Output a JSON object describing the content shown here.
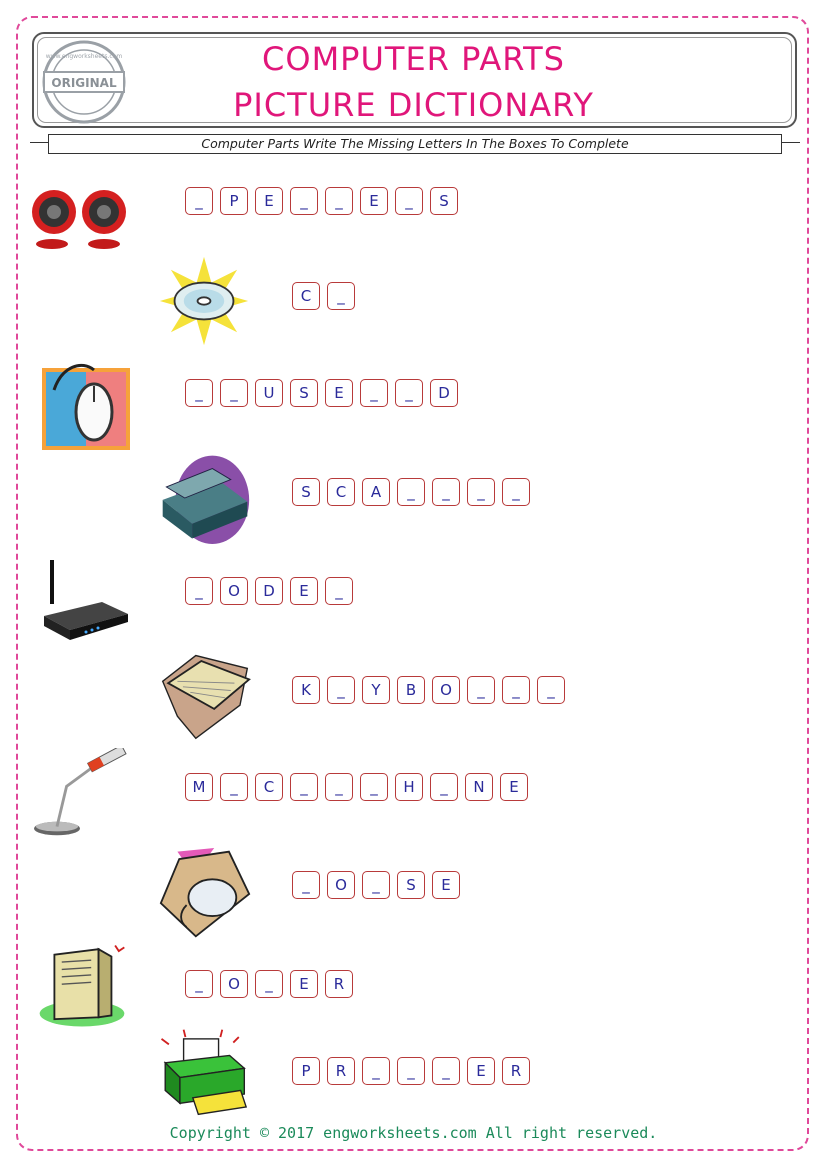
{
  "header": {
    "title_line1": "COMPUTER PARTS",
    "title_line2": "PICTURE DICTIONARY",
    "stamp_text": "ORIGINAL",
    "stamp_ring_text": "www.engworksheets.com"
  },
  "instruction": "Computer Parts Write The Missing Letters In The Boxes To Complete",
  "rows": [
    {
      "icon": "speakers-icon",
      "letters": [
        "_",
        "P",
        "E",
        "_",
        "_",
        "E",
        "_",
        "S"
      ]
    },
    {
      "icon": "cd-icon",
      "letters": [
        "C",
        "_"
      ]
    },
    {
      "icon": "mouse-icon",
      "letters": [
        "_",
        "_",
        "U",
        "S",
        "E",
        "_",
        "_",
        "D"
      ]
    },
    {
      "icon": "scanner-icon",
      "letters": [
        "S",
        "C",
        "A",
        "_",
        "_",
        "_",
        "_"
      ]
    },
    {
      "icon": "modem-icon",
      "letters": [
        "_",
        "O",
        "D",
        "E",
        "_"
      ]
    },
    {
      "icon": "keyboard-icon",
      "letters": [
        "K",
        "_",
        "Y",
        "B",
        "O",
        "_",
        "_",
        "_"
      ]
    },
    {
      "icon": "microphone-icon",
      "letters": [
        "M",
        "_",
        "C",
        "_",
        "_",
        "_",
        "H",
        "_",
        "N",
        "E"
      ]
    },
    {
      "icon": "mouse-pad-icon",
      "letters": [
        "_",
        "O",
        "_",
        "S",
        "E"
      ]
    },
    {
      "icon": "computer-tower-icon",
      "letters": [
        "_",
        "O",
        "_",
        "E",
        "R"
      ]
    },
    {
      "icon": "printer-icon",
      "letters": [
        "P",
        "R",
        "_",
        "_",
        "_",
        "E",
        "R"
      ]
    }
  ],
  "footer": {
    "copyright": "Copyright © 2017 engworksheets.com All right reserved."
  }
}
